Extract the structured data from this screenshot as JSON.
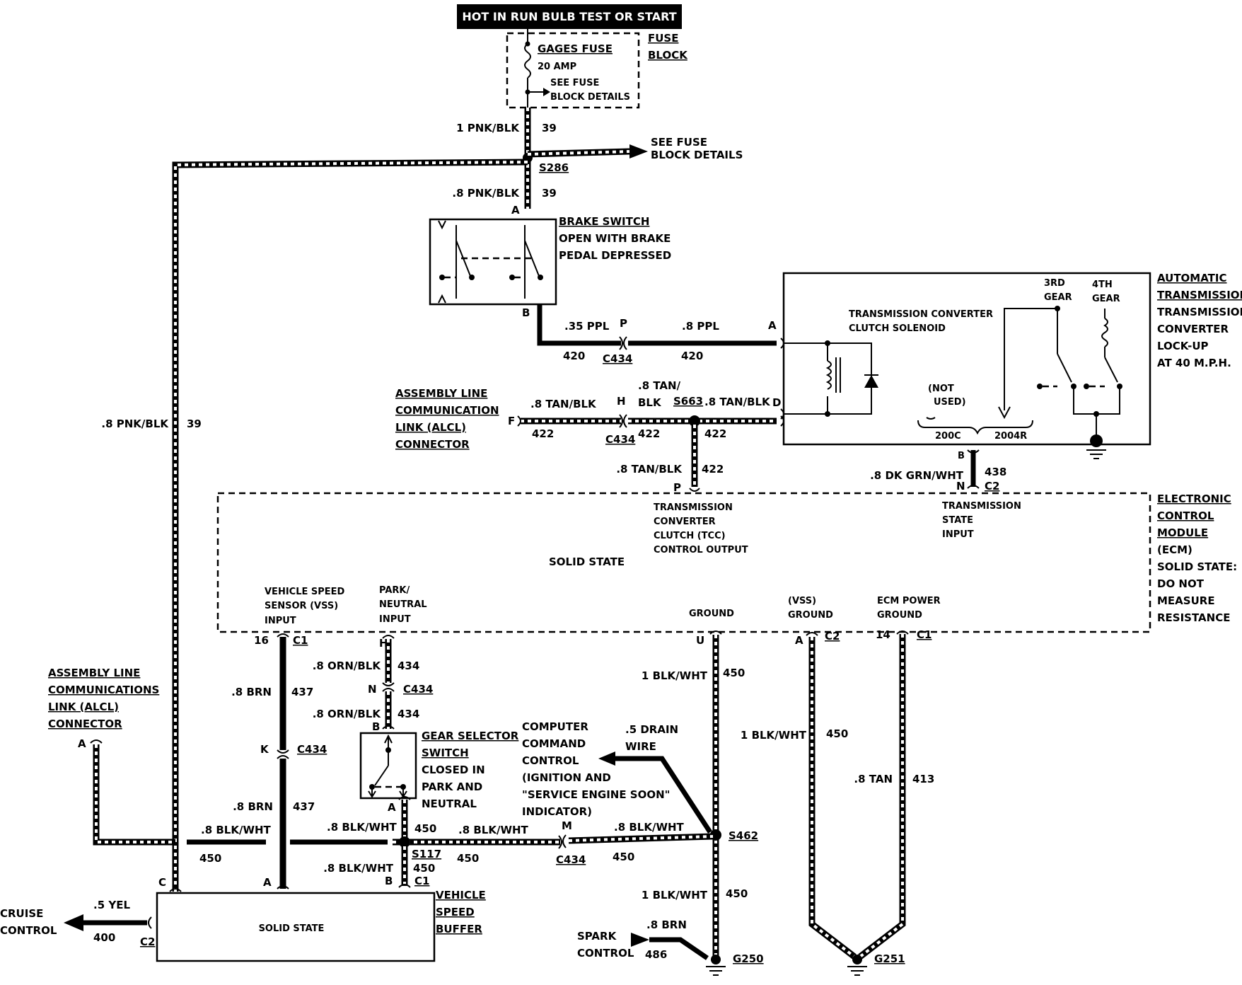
{
  "header": {
    "text": "HOT IN RUN   BULB TEST OR START"
  },
  "fuse_block": {
    "label_line1": "FUSE",
    "label_line2": "BLOCK",
    "fuse_name": "GAGES FUSE",
    "fuse_rating": "20 AMP",
    "see_details_1": "SEE FUSE",
    "see_details_2": "BLOCK DETAILS"
  },
  "splice_s286": {
    "wire_top": "1 PNK/BLK",
    "circuit_top": "39",
    "see_details_1": "SEE FUSE",
    "see_details_2": "BLOCK DETAILS",
    "splice": "S286",
    "wire_bottom": ".8 PNK/BLK",
    "circuit_bottom": "39"
  },
  "brake_switch": {
    "title": "BRAKE SWITCH",
    "desc1": "OPEN WITH BRAKE",
    "desc2": "PEDAL DEPRESSED",
    "pin_a": "A",
    "pin_b": "B"
  },
  "wire_420": {
    "wire_left": ".35 PPL",
    "pin_p": "P",
    "wire_right": ".8 PPL",
    "circuit_left": "420",
    "connector": "C434",
    "circuit_right": "420",
    "pin_a": "A"
  },
  "transmission": {
    "label1": "AUTOMATIC",
    "label2": "TRANSMISSION",
    "label3": "TRANSMISSION",
    "label4": "CONVERTER",
    "label5": "LOCK-UP",
    "label6": "AT 40 M.P.H.",
    "solenoid1": "TRANSMISSION CONVERTER",
    "solenoid2": "CLUTCH SOLENOID",
    "gear3_1": "3RD",
    "gear3_2": "GEAR",
    "gear4_1": "4TH",
    "gear4_2": "GEAR",
    "not_used1": "(NOT",
    "not_used2": "USED)",
    "model1": "200C",
    "model2": "2004R",
    "pin_d": "D",
    "pin_b": "B"
  },
  "alcl_top": {
    "line1": "ASSEMBLY LINE",
    "line2": "COMMUNICATION",
    "line3": "LINK (ALCL)",
    "line4": "CONNECTOR",
    "pin_f": "F",
    "wire1": ".8 TAN/BLK",
    "circuit1": "422",
    "pin_h": "H",
    "connector": "C434",
    "wire2_1": ".8 TAN/",
    "wire2_2": "BLK",
    "circuit2": "422",
    "splice": "S663",
    "wire3": ".8 TAN/BLK",
    "circuit3": "422",
    "wire4": ".8 TAN/BLK",
    "circuit4": "422",
    "pin_p": "P"
  },
  "wire_438": {
    "wire": ".8 DK GRN/WHT",
    "circuit": "438",
    "pin_n": "N",
    "connector": "C2"
  },
  "ecm": {
    "label1": "ELECTRONIC",
    "label2": "CONTROL",
    "label3": "MODULE",
    "label4": "(ECM)",
    "label5": "SOLID STATE:",
    "label6": "DO NOT",
    "label7": "MEASURE",
    "label8": "RESISTANCE",
    "solid_state": "SOLID STATE",
    "tcc1": "TRANSMISSION",
    "tcc2": "CONVERTER",
    "tcc3": "CLUTCH (TCC)",
    "tcc4": "CONTROL OUTPUT",
    "tsi1": "TRANSMISSION",
    "tsi2": "STATE",
    "tsi3": "INPUT",
    "vss1": "VEHICLE SPEED",
    "vss2": "SENSOR (VSS)",
    "vss3": "INPUT",
    "pn1": "PARK/",
    "pn2": "NEUTRAL",
    "pn3": "INPUT",
    "ground": "GROUND",
    "vss_ground1": "(VSS)",
    "vss_ground2": "GROUND",
    "power_ground1": "ECM POWER",
    "power_ground2": "GROUND"
  },
  "pins_bottom": {
    "pin16": "16",
    "c1_a": "C1",
    "pin_h": "H",
    "pin_u": "U",
    "pin_a": "A",
    "c2": "C2",
    "pin14": "14",
    "c1_b": "C1"
  },
  "wire_437": {
    "wire1": ".8 BRN",
    "circuit1": "437",
    "pin_k": "K",
    "connector": "C434",
    "wire2": ".8 BRN",
    "circuit2": "437"
  },
  "wire_434": {
    "wire1": ".8 ORN/BLK",
    "circuit1": "434",
    "pin_n": "N",
    "connector": "C434",
    "wire2": ".8 ORN/BLK",
    "circuit2": "434",
    "pin_b": "B"
  },
  "gear_selector": {
    "title1": "GEAR SELECTOR",
    "title2": "SWITCH",
    "desc1": "CLOSED IN",
    "desc2": "PARK AND",
    "desc3": "NEUTRAL",
    "pin_a": "A"
  },
  "computer_command": {
    "line1": "COMPUTER",
    "line2": "COMMAND",
    "line3": "CONTROL",
    "line4": "(IGNITION AND",
    "line5": "\"SERVICE ENGINE SOON\"",
    "line6": "INDICATOR)",
    "drain1": ".5 DRAIN",
    "drain2": "WIRE"
  },
  "wire_450": {
    "right1": "1 BLK/WHT",
    "right1_c": "450",
    "vss_gnd_wire": "1 BLK/WHT",
    "vss_gnd_c": "450",
    "tan_wire": ".8 TAN",
    "tan_c": "413",
    "left_wire": ".8 BLK/WHT",
    "left_c": "450",
    "mid_wire": ".8 BLK/WHT",
    "mid_c": "450",
    "s117": "S117",
    "mid2_wire": ".8 BLK/WHT",
    "mid2_c": "450",
    "pin_m": "M",
    "c434": "C434",
    "right2_wire": ".8 BLK/WHT",
    "right2_c": "450",
    "s462": "S462",
    "down_wire": ".8 BLK/WHT",
    "down_c": "450",
    "pin_b": "B",
    "c1": "C1",
    "bottom_wire": "1 BLK/WHT",
    "bottom_c": "450"
  },
  "alcl_bottom": {
    "line1": "ASSEMBLY LINE",
    "line2": "COMMUNICATIONS",
    "line3": "LINK (ALCL)",
    "line4": "CONNECTOR",
    "pin_a": "A",
    "wire": ".8 PNK/BLK",
    "circuit": "39"
  },
  "vsb": {
    "title1": "VEHICLE",
    "title2": "SPEED",
    "title3": "BUFFER",
    "solid_state": "SOLID STATE",
    "pin_c": "C",
    "pin_a": "A",
    "connector": "C2"
  },
  "cruise": {
    "line1": "CRUISE",
    "line2": "CONTROL",
    "wire": ".5 YEL",
    "circuit": "400"
  },
  "spark": {
    "line1": "SPARK",
    "line2": "CONTROL",
    "wire": ".8 BRN",
    "circuit": "486"
  },
  "grounds": {
    "g250": "G250",
    "g251": "G251"
  }
}
